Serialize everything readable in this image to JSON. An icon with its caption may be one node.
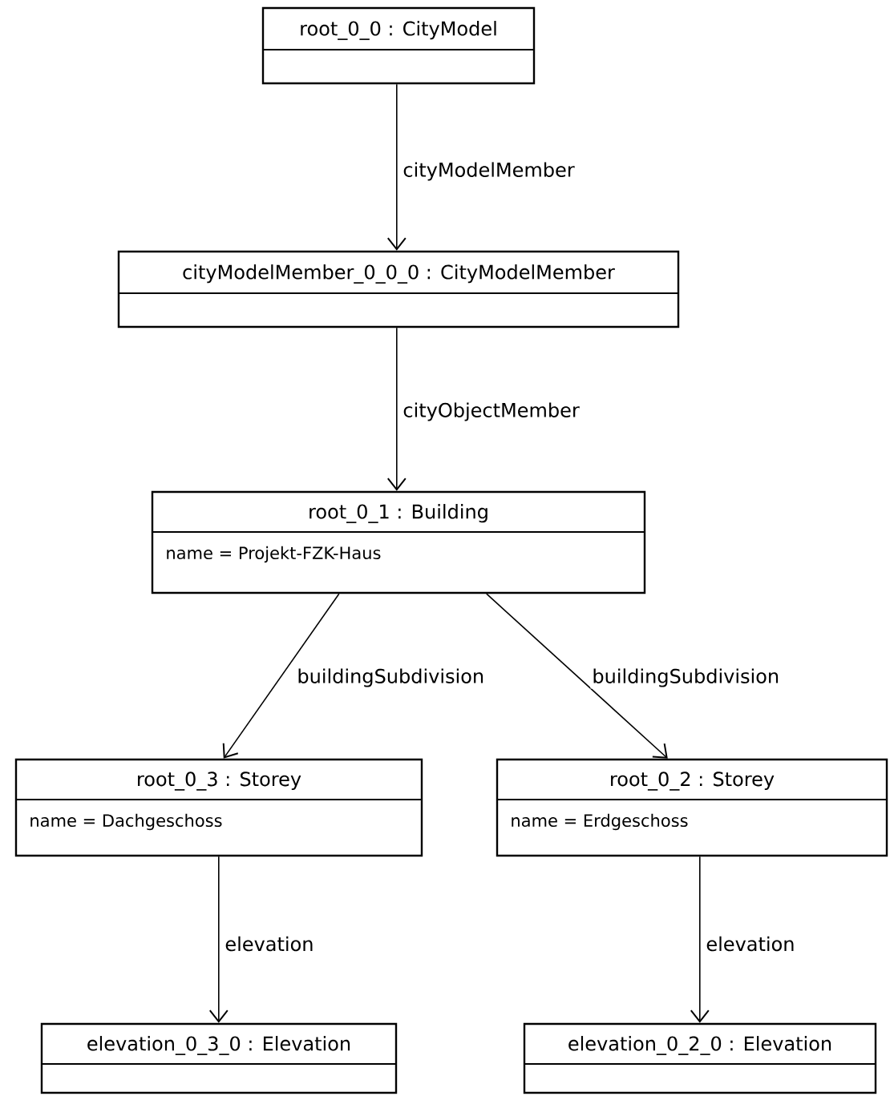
{
  "diagram": {
    "nodes": [
      {
        "text": [
          "root_0_0 : CityModel"
        ]
      },
      {
        "text": [
          "cityModelMember_0_0_0 : CityModelMember"
        ]
      },
      {
        "text": [
          "root_0_1 : Building",
          "name = Projekt-FZK-Haus"
        ]
      },
      {
        "text": [
          "root_0_3 : Storey",
          "name = Dachgeschoss"
        ]
      },
      {
        "text": [
          "root_0_2 : Storey",
          "name = Erdgeschoss"
        ]
      },
      {
        "text": [
          "elevation_0_3_0 : Elevation"
        ]
      },
      {
        "text": [
          "elevation_0_2_0 : Elevation"
        ]
      }
    ],
    "edges": [
      {
        "from": 0,
        "to": 1,
        "arrow": "to",
        "label": "cityModelMember"
      },
      {
        "from": 1,
        "to": 2,
        "arrow": "to",
        "label": "cityObjectMember"
      },
      {
        "from": 2,
        "to": 3,
        "arrow": "to",
        "label": "buildingSubdivision"
      },
      {
        "from": 2,
        "to": 4,
        "arrow": "to",
        "label": "buildingSubdivision"
      },
      {
        "from": 3,
        "to": 5,
        "arrow": "to",
        "label": "elevation"
      },
      {
        "from": 4,
        "to": 6,
        "arrow": "to",
        "label": "elevation"
      }
    ]
  }
}
